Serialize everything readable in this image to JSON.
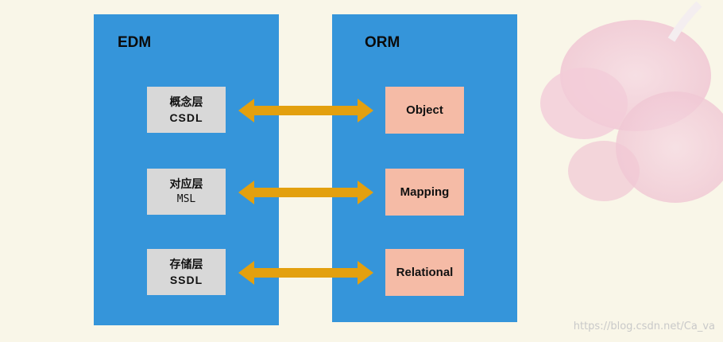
{
  "edm": {
    "title": "EDM",
    "layers": [
      {
        "name": "概念层",
        "code": "CSDL"
      },
      {
        "name": "对应层",
        "code": "MSL"
      },
      {
        "name": "存储层",
        "code": "SSDL"
      }
    ]
  },
  "orm": {
    "title": "ORM",
    "items": [
      "Object",
      "Mapping",
      "Relational"
    ]
  },
  "colors": {
    "panel": "#3595da",
    "layer_box": "#d8d8d8",
    "orm_box": "#f5bba6",
    "arrow": "#e3a00f"
  },
  "watermark": "https://blog.csdn.net/Ca_va"
}
